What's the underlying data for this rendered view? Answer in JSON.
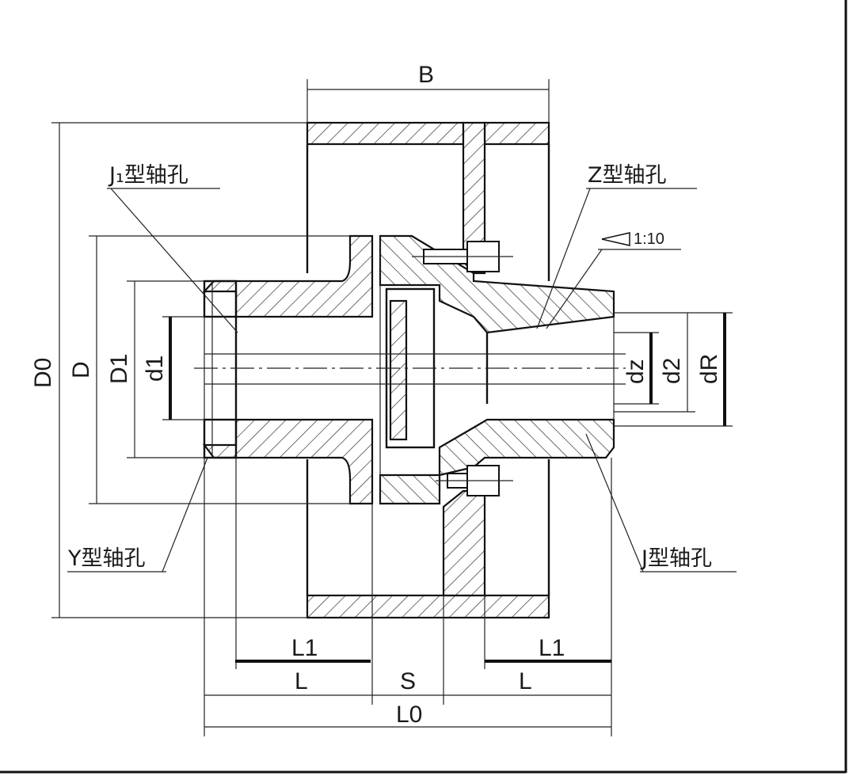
{
  "title": "Coupling dimension drawing",
  "labels": {
    "B": "B",
    "J1_bore": "J₁型轴孔",
    "Z_bore": "Z型轴孔",
    "taper": "1:10",
    "D0": "D0",
    "D": "D",
    "D1": "D1",
    "d1": "d1",
    "dz": "dz",
    "d2": "d2",
    "dR": "dR",
    "Y_bore": "Y型轴孔",
    "J_bore": "J型轴孔",
    "L1_left": "L1",
    "L1_right": "L1",
    "L_left": "L",
    "L_right": "L",
    "S": "S",
    "L0": "L0"
  }
}
